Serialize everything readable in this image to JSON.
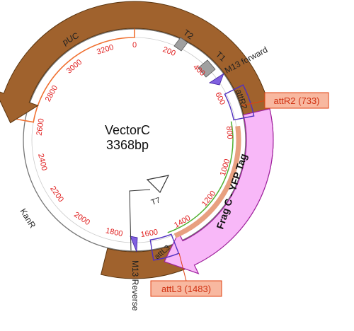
{
  "map": {
    "name": "VectorC",
    "size_label": "3368bp",
    "total_bp": 3368
  },
  "colors": {
    "backbone": "#666666",
    "tick_label": "#e02020",
    "puc": "#f07030",
    "kanr": "#a0622d",
    "kanr_stroke": "#5a3510",
    "frag": "#f8b8f8",
    "frag_stroke": "#a020a0",
    "att": "#5030c0",
    "terminator": "#a0a0a0",
    "callout_fill": "#f8b8a0",
    "callout_stroke": "#e04010",
    "green_line": "#50b030",
    "orange_band": "#e8a080"
  },
  "ticks": [
    "0",
    "200",
    "400",
    "600",
    "800",
    "1000",
    "1200",
    "1400",
    "1600",
    "1800",
    "2000",
    "2200",
    "2400",
    "2600",
    "2800",
    "3000",
    "3200"
  ],
  "features": {
    "puc": "pUC",
    "t2": "T2",
    "t1": "T1",
    "m13_forward": "M13 forward",
    "attr2": "attR2",
    "frag": "Frag C - YFP Tag",
    "attl3": "attL3",
    "t7": "T7",
    "kanr": "KanR",
    "m13_reverse": "M13 Reverse"
  },
  "callouts": {
    "attr2": "attR2 (733)",
    "attl3": "attL3 (1483)"
  }
}
